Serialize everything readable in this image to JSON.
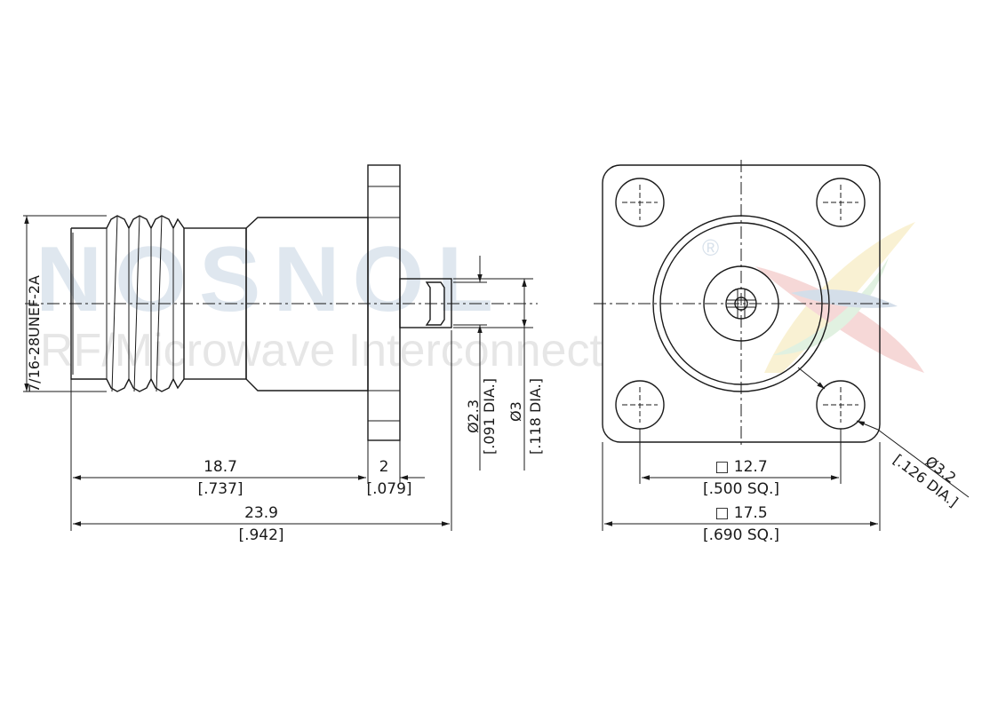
{
  "watermark": {
    "brand": "NOSNOL",
    "registered": "®",
    "tagline": "RF/Microwave Interconnect",
    "colors": {
      "blue": "#3f6f9e",
      "red": "#d9534f",
      "yellow": "#e8c23a",
      "green": "#7cc37a"
    }
  },
  "side_view": {
    "thread_label": "7/16-28UNEF-2A",
    "dia_pin_mm": "Ø2.3",
    "dia_pin_in": "[.091 DIA.]",
    "dia_insul_mm": "Ø3",
    "dia_insul_in": "[.118 DIA.]",
    "len_body_mm": "18.7",
    "len_body_in": "[.737]",
    "flange_thk_mm": "2",
    "flange_thk_in": "[.079]",
    "len_total_mm": "23.9",
    "len_total_in": "[.942]"
  },
  "front_view": {
    "hole_spacing_mm": "□ 12.7",
    "hole_spacing_in": "[.500 SQ.]",
    "flange_size_mm": "□ 17.5",
    "flange_size_in": "[.690 SQ.]",
    "hole_dia_mm": "Ø3.2",
    "hole_dia_in": "[.126 DIA.]"
  }
}
